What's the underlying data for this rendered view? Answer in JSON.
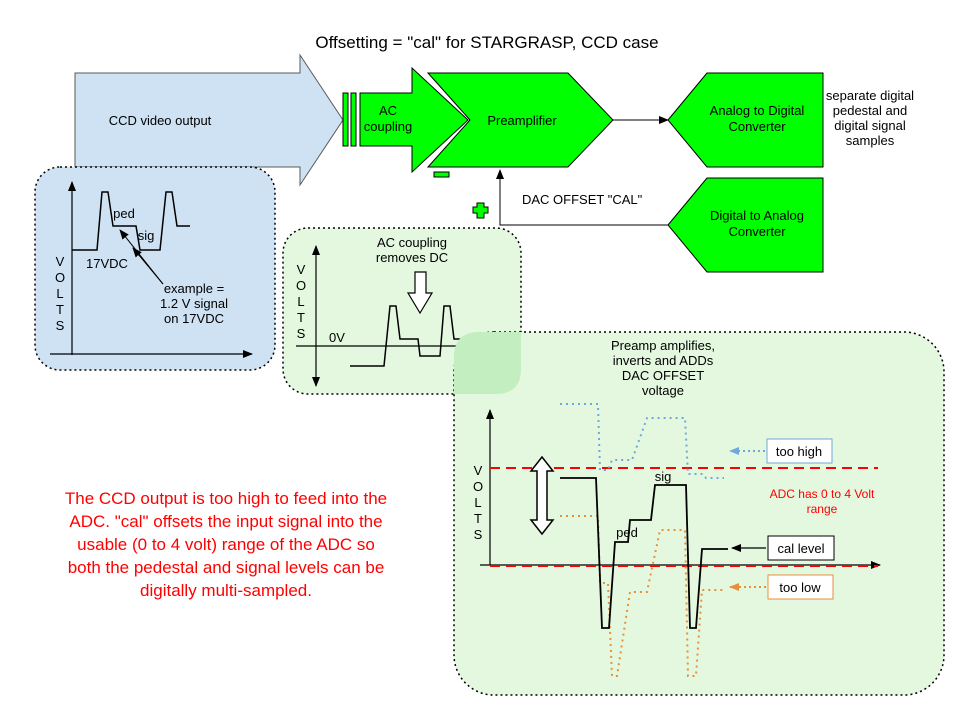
{
  "title": "Offsetting = \"cal\" for STARGRASP, CCD case",
  "blocks": {
    "ccd_output": "CCD video output",
    "ac_coupling": [
      "AC",
      "coupling"
    ],
    "preamplifier": "Preamplifier",
    "adc": [
      "Analog to Digital",
      "Converter"
    ],
    "dac": [
      "Digital to Analog",
      "Converter"
    ],
    "dac_offset": "DAC OFFSET \"CAL\"",
    "separate": [
      "separate digital",
      "pedestal and",
      "digital signal",
      "samples"
    ]
  },
  "ccd_panel": {
    "axis_letters": [
      "V",
      "O",
      "L",
      "T",
      "S"
    ],
    "ped": "ped",
    "sig": "sig",
    "dc_level": "17VDC",
    "example": [
      "example =",
      "1.2 V signal",
      "on 17VDC"
    ]
  },
  "ac_panel": {
    "heading": [
      "AC coupling",
      "removes DC"
    ],
    "axis_letters": [
      "V",
      "O",
      "L",
      "T",
      "S"
    ],
    "zero": "0V"
  },
  "preamp_panel": {
    "heading": [
      "Preamp amplifies,",
      "inverts and ADDs",
      "DAC OFFSET",
      "voltage"
    ],
    "axis_letters": [
      "V",
      "O",
      "L",
      "T",
      "S"
    ],
    "sig": "sig",
    "ped": "ped",
    "too_high": "too high",
    "adc_range": [
      "ADC has 0 to 4 Volt",
      "range"
    ],
    "cal_level": "cal level",
    "too_low": "too low"
  },
  "note": [
    "The CCD output is too high to feed into the",
    "ADC. \"cal\" offsets the input signal into the",
    "usable (0 to 4 volt) range of the ADC so",
    "both the pedestal and signal levels can be",
    "digitally multi-sampled."
  ],
  "colors": {
    "blue_fill": "#cfe2f3",
    "green_fill": "#00ff00",
    "light_green": "#e4f8e0",
    "red": "#ff0000",
    "too_high": "#6fa8dc",
    "too_low": "#e69138"
  }
}
